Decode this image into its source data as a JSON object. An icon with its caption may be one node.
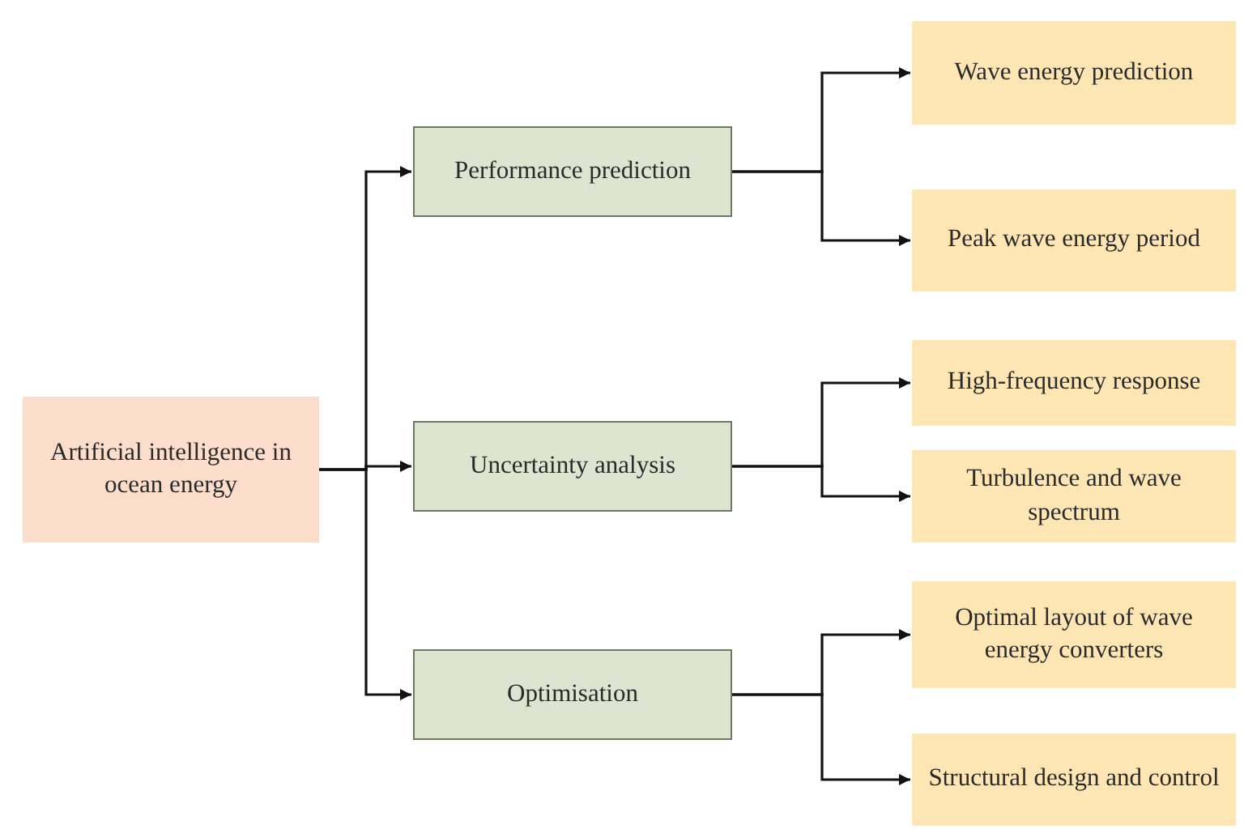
{
  "diagram": {
    "nodes": [
      {
        "text": [
          "Artificial intelligence in ocean energy"
        ]
      },
      {
        "text": [
          "Performance prediction"
        ]
      },
      {
        "text": [
          "Uncertainty analysis"
        ]
      },
      {
        "text": [
          "Optimisation"
        ]
      },
      {
        "text": [
          "Wave energy prediction"
        ]
      },
      {
        "text": [
          "Peak wave energy period"
        ]
      },
      {
        "text": [
          "High-frequency response"
        ]
      },
      {
        "text": [
          "Turbulence and wave spectrum"
        ]
      },
      {
        "text": [
          "Optimal layout of wave energy converters"
        ]
      },
      {
        "text": [
          "Structural design and control"
        ]
      }
    ],
    "edges": [
      {
        "from": 0,
        "to": 1,
        "arrow": "to"
      },
      {
        "from": 0,
        "to": 2,
        "arrow": "to"
      },
      {
        "from": 0,
        "to": 3,
        "arrow": "to"
      },
      {
        "from": 1,
        "to": 4,
        "arrow": "to"
      },
      {
        "from": 1,
        "to": 5,
        "arrow": "to"
      },
      {
        "from": 2,
        "to": 6,
        "arrow": "to"
      },
      {
        "from": 2,
        "to": 7,
        "arrow": "to"
      },
      {
        "from": 3,
        "to": 8,
        "arrow": "to"
      },
      {
        "from": 3,
        "to": 9,
        "arrow": "to"
      }
    ]
  }
}
